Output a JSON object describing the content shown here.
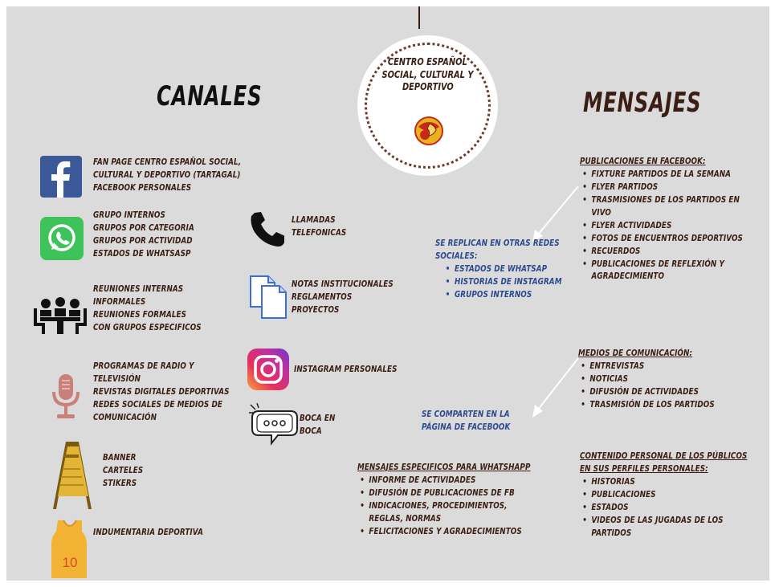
{
  "center": {
    "title_lines": [
      "CENTRO ESPAÑOL",
      "SOCIAL, CULTURAL Y",
      "DEPORTIVO"
    ],
    "logo": "club-crest-icon"
  },
  "headings": {
    "left": "CANALES",
    "right": "MENSAJES"
  },
  "channels": {
    "facebook": {
      "icon": "facebook-icon",
      "color": "#3b5998",
      "lines": [
        "FAN PAGE CENTRO ESPAÑOL SOCIAL,",
        "CULTURAL Y DEPORTIVO (TARTAGAL)",
        "FACEBOOK PERSONALES"
      ]
    },
    "whatsapp": {
      "icon": "whatsapp-icon",
      "color": "#3ec25a",
      "lines": [
        "GRUPO INTERNOS",
        "GRUPOS POR CATEGORIA",
        "GRUPOS POR ACTIVIDAD",
        "ESTADOS DE WHATSASP"
      ]
    },
    "meetings": {
      "icon": "meeting-icon",
      "lines": [
        "REUNIONES  INTERNAS",
        "INFORMALES",
        "REUNIONES FORMALES",
        "CON GRUPOS ESPECIFICOS"
      ]
    },
    "radio": {
      "icon": "microphone-icon",
      "color": "#c9807a",
      "lines": [
        "PROGRAMAS DE RADIO Y",
        "TELEVISIÓN",
        "REVISTAS DIGITALES DEPORTIVAS",
        "REDES SOCIALES DE MEDIOS DE",
        "COMUNICACIÓN"
      ]
    },
    "banner": {
      "icon": "banner-stand-icon",
      "lines": [
        "BANNER",
        "CARTELES",
        "STIKERS"
      ]
    },
    "apparel": {
      "icon": "jersey-icon",
      "jersey_number": "10",
      "lines": [
        "INDUMENTARIA DEPORTIVA"
      ]
    },
    "phone": {
      "icon": "phone-icon",
      "lines": [
        "LLAMADAS",
        "TELEFONICAS"
      ]
    },
    "documents": {
      "icon": "documents-icon",
      "lines": [
        "NOTAS INSTITUCIONALES",
        "REGLAMENTOS",
        "PROYECTOS"
      ]
    },
    "instagram": {
      "icon": "instagram-icon",
      "lines": [
        "INSTAGRAM PERSONALES"
      ]
    },
    "word_of_mouth": {
      "icon": "speech-bubble-icon",
      "lines": [
        "BOCA EN",
        "BOCA"
      ]
    }
  },
  "messages": {
    "facebook": {
      "title": "PUBLICACIONES EN FACEBOOK:",
      "items": [
        "FIXTURE PARTIDOS DE LA SEMANA",
        "FLYER PARTIDOS",
        "TRASMISIONES DE LOS PARTIDOS EN VIVO",
        "FLYER ACTIVIDADES",
        "FOTOS DE ENCUENTROS DEPORTIVOS",
        "RECUERDOS",
        "PUBLICACIONES DE REFLEXIÓN Y AGRADECIMIENTO"
      ]
    },
    "replicate": {
      "title_lines": [
        "SE REPLICAN EN OTRAS REDES",
        "SOCIALES:"
      ],
      "items": [
        "ESTADOS DE WHATSAP",
        "HISTORIAS DE INSTAGRAM",
        "GRUPOS INTERNOS"
      ]
    },
    "media": {
      "title": "MEDIOS DE COMUNICACIÓN:",
      "items": [
        "ENTREVISTAS",
        "NOTICIAS",
        "DIFUSIÓN DE ACTIVIDADES",
        "TRASMISIÓN DE LOS PARTIDOS"
      ]
    },
    "shared": {
      "lines": [
        "SE COMPARTEN EN LA",
        "PÁGINA DE FACEBOOK"
      ]
    },
    "whatsapp": {
      "title": "MENSAJES ESPECIFICOS PARA WHATSHAPP",
      "items": [
        "INFORME DE ACTIVIDADES",
        "DIFUSIÓN DE PUBLICACIONES DE FB",
        "INDICACIONES, PROCEDIMIENTOS, REGLAS, NORMAS",
        "FELICITACIONES Y AGRADECIMIENTOS"
      ]
    },
    "personal": {
      "title_lines": [
        "CONTENIDO PERSONAL DE LOS PÚBLICOS",
        "EN SUS PERFILES PERSONALES:"
      ],
      "items": [
        "HISTORIAS",
        "PUBLICACIONES",
        "ESTADOS",
        "VIDEOS DE LAS JUGADAS DE LOS PARTIDOS"
      ]
    }
  }
}
